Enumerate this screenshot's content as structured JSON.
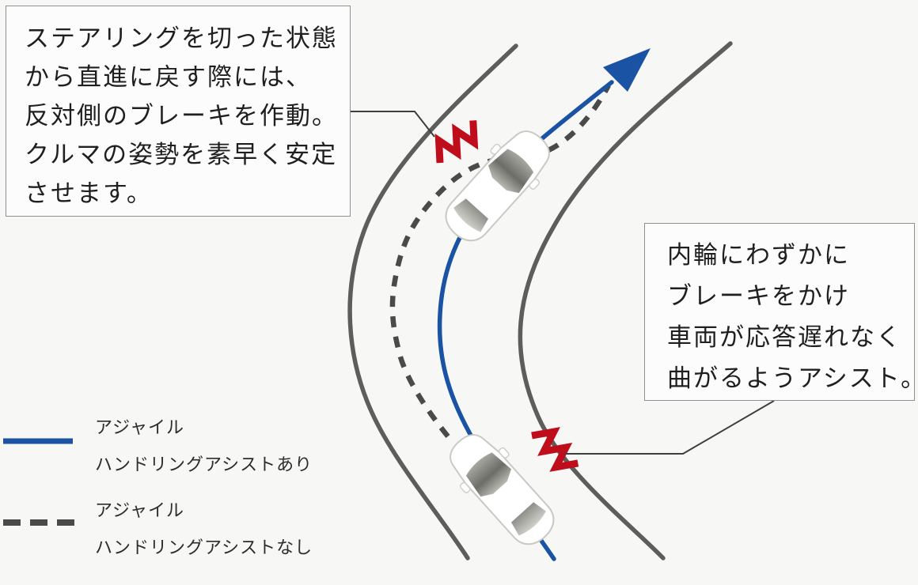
{
  "colors": {
    "background": "#f7f7f6",
    "road_edge": "#5d5d5b",
    "assist_line": "#1a52a4",
    "no_assist_line": "#4a4a48",
    "brake_mark": "#bf0d1c",
    "car_body": "#ffffff",
    "callout_border": "#8f8f8f",
    "connector_line": "#3e3e3e",
    "text": "#1f1f1f"
  },
  "callouts": {
    "steering_return": {
      "lines": [
        "ステアリングを切った状態",
        "から直進に戻す際には、",
        "反対側のブレーキを作動。",
        "クルマの姿勢を素早く安定",
        "させます。"
      ]
    },
    "inner_wheel": {
      "lines": [
        "内輪にわずかに",
        "ブレーキをかけ",
        "車両が応答遅れなく",
        "曲がるようアシスト。"
      ]
    }
  },
  "legend": {
    "with_assist": {
      "lines": [
        "アジャイル",
        "ハンドリングアシストあり"
      ]
    },
    "without_assist": {
      "lines": [
        "アジャイル",
        "ハンドリングアシストなし"
      ]
    }
  },
  "icons": {
    "car_top": "car-top-view",
    "car_bottom": "car-top-view",
    "brake_upper": "brake-pulse-zigzag",
    "brake_lower": "brake-pulse-zigzag",
    "arrow": "direction-arrow"
  }
}
